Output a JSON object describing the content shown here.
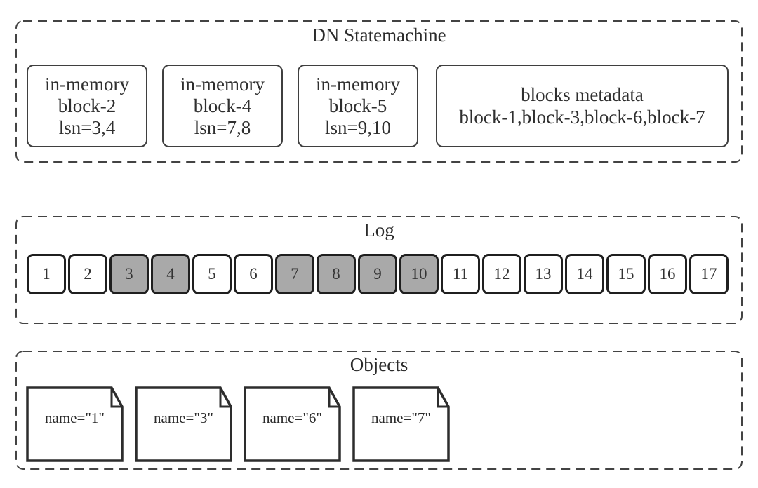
{
  "colors": {
    "dashed_outline": "#434343",
    "box_stroke": "#3f3f3f",
    "cell_stroke": "#1f1f1f",
    "shape_stroke": "#2d2d2d",
    "log_highlight_fill": "#a9a9a9",
    "background": "#ffffff",
    "text": "#2f2f2f"
  },
  "dn_statemachine": {
    "title": "DN Statemachine",
    "memory_blocks": [
      {
        "lines": [
          "in-memory",
          "block-2",
          "lsn=3,4"
        ]
      },
      {
        "lines": [
          "in-memory",
          "block-4",
          "lsn=7,8"
        ]
      },
      {
        "lines": [
          "in-memory",
          "block-5",
          "lsn=9,10"
        ]
      }
    ],
    "metadata_block": {
      "lines": [
        "blocks metadata",
        "block-1,block-3,block-6,block-7"
      ]
    }
  },
  "log": {
    "title": "Log",
    "cells": [
      {
        "value": "1",
        "filled": false
      },
      {
        "value": "2",
        "filled": false
      },
      {
        "value": "3",
        "filled": true
      },
      {
        "value": "4",
        "filled": true
      },
      {
        "value": "5",
        "filled": false
      },
      {
        "value": "6",
        "filled": false
      },
      {
        "value": "7",
        "filled": true
      },
      {
        "value": "8",
        "filled": true
      },
      {
        "value": "9",
        "filled": true
      },
      {
        "value": "10",
        "filled": true
      },
      {
        "value": "11",
        "filled": false
      },
      {
        "value": "12",
        "filled": false
      },
      {
        "value": "13",
        "filled": false
      },
      {
        "value": "14",
        "filled": false
      },
      {
        "value": "15",
        "filled": false
      },
      {
        "value": "16",
        "filled": false
      },
      {
        "value": "17",
        "filled": false
      }
    ]
  },
  "objects": {
    "title": "Objects",
    "documents": [
      {
        "label": "name=\"1\""
      },
      {
        "label": "name=\"3\""
      },
      {
        "label": "name=\"6\""
      },
      {
        "label": "name=\"7\""
      }
    ]
  }
}
